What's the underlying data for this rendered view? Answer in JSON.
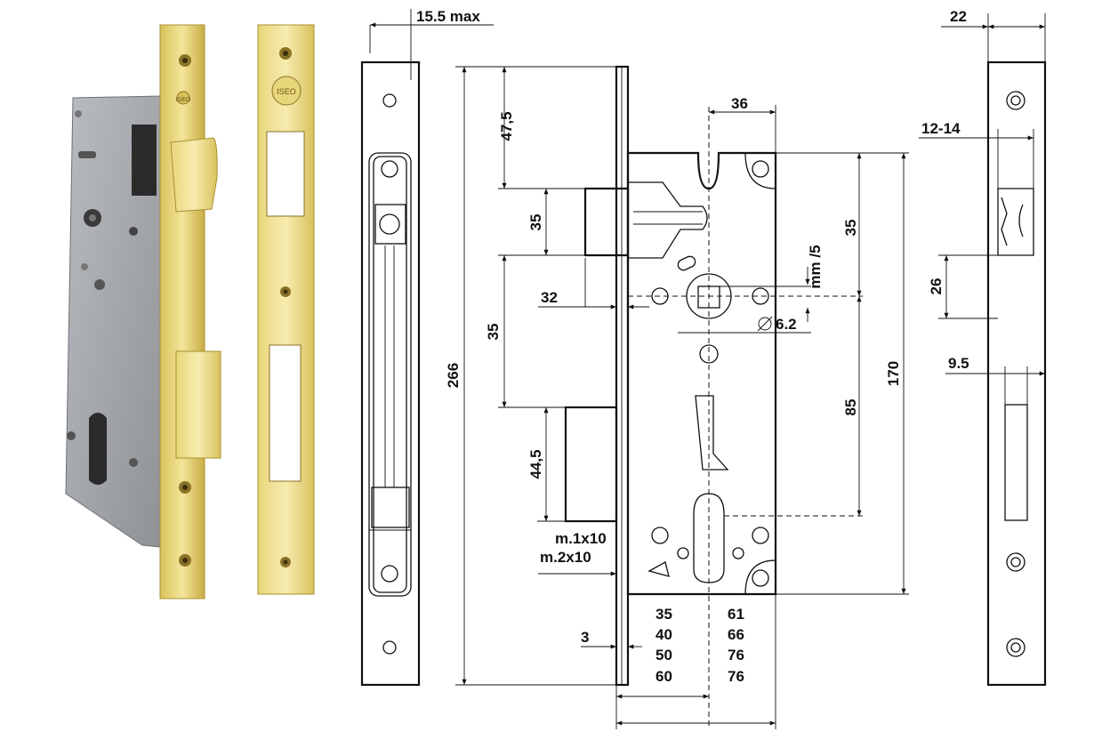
{
  "photo": {
    "logo_text": "ISEO"
  },
  "dimensions": {
    "faceplate_thickness": "15.5 max",
    "faceplate_width": "22",
    "bolt_offset_1": "47,5",
    "latch_height": "35",
    "latch_to_spindle": "35",
    "deadbolt_height": "44,5",
    "total_height": "266",
    "spindle_to_top": "35",
    "spindle_to_cylinder": "85",
    "body_height": "170",
    "body_depth": "36",
    "latch_projection": "32",
    "spindle_size": "6.2",
    "spindle_unit": "mm /5",
    "faceplate_step": "3",
    "screw_1": "m.1x10",
    "screw_2": "m.2x10",
    "strike_latch_width": "12-14",
    "strike_offset": "26",
    "strike_bolt_width": "9.5",
    "backsets": [
      "35",
      "40",
      "50",
      "60"
    ],
    "distances": [
      "61",
      "66",
      "76",
      "76"
    ]
  }
}
